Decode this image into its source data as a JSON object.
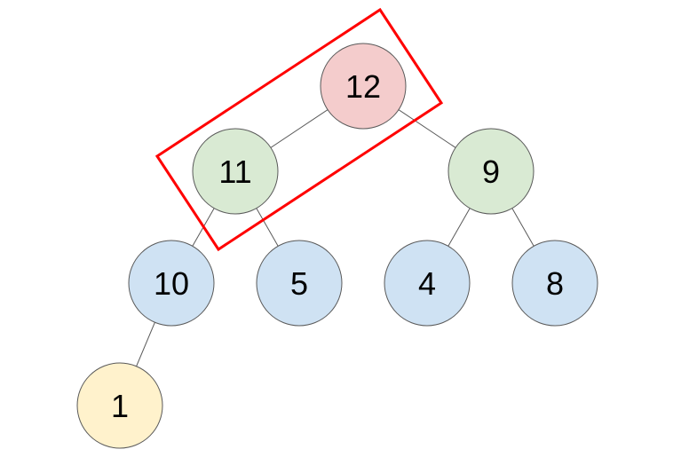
{
  "diagram": {
    "type": "binary-heap-tree",
    "nodes": [
      {
        "id": "n12",
        "label": "12",
        "level": 0,
        "fill": "#f4cccc"
      },
      {
        "id": "n11",
        "label": "11",
        "level": 1,
        "fill": "#d9ead3"
      },
      {
        "id": "n9",
        "label": "9",
        "level": 1,
        "fill": "#d9ead3"
      },
      {
        "id": "n10",
        "label": "10",
        "level": 2,
        "fill": "#cfe2f3"
      },
      {
        "id": "n5",
        "label": "5",
        "level": 2,
        "fill": "#cfe2f3"
      },
      {
        "id": "n4",
        "label": "4",
        "level": 2,
        "fill": "#cfe2f3"
      },
      {
        "id": "n8",
        "label": "8",
        "level": 2,
        "fill": "#cfe2f3"
      },
      {
        "id": "n1",
        "label": "1",
        "level": 3,
        "fill": "#fff2cc"
      }
    ],
    "edges": [
      [
        "n12",
        "n11"
      ],
      [
        "n12",
        "n9"
      ],
      [
        "n11",
        "n10"
      ],
      [
        "n11",
        "n5"
      ],
      [
        "n9",
        "n4"
      ],
      [
        "n9",
        "n8"
      ],
      [
        "n10",
        "n1"
      ]
    ],
    "highlight": {
      "nodes": [
        "n12",
        "n11"
      ],
      "color": "#ff0000"
    },
    "stroke_color": "#595959"
  }
}
